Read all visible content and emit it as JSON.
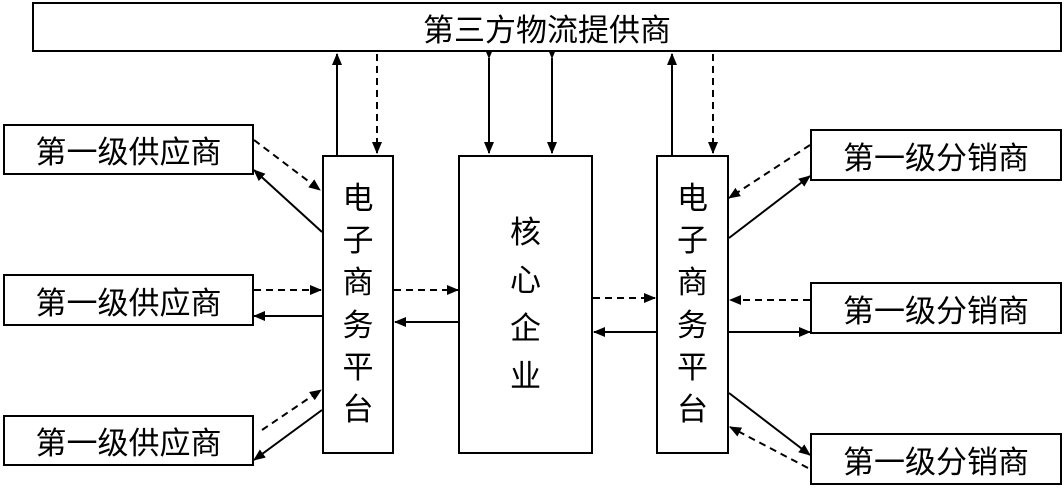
{
  "top": {
    "label": "第三方物流提供商"
  },
  "suppliers": [
    {
      "label": "第一级供应商"
    },
    {
      "label": "第一级供应商"
    },
    {
      "label": "第一级供应商"
    }
  ],
  "distributors": [
    {
      "label": "第一级分销商"
    },
    {
      "label": "第一级分销商"
    },
    {
      "label": "第一级分销商"
    }
  ],
  "left_platform": {
    "chars": [
      "电",
      "子",
      "商",
      "务",
      "平",
      "台"
    ]
  },
  "core": {
    "chars": [
      "核",
      "心",
      "企",
      "业"
    ]
  },
  "right_platform": {
    "chars": [
      "电",
      "子",
      "商",
      "务",
      "平",
      "台"
    ]
  }
}
